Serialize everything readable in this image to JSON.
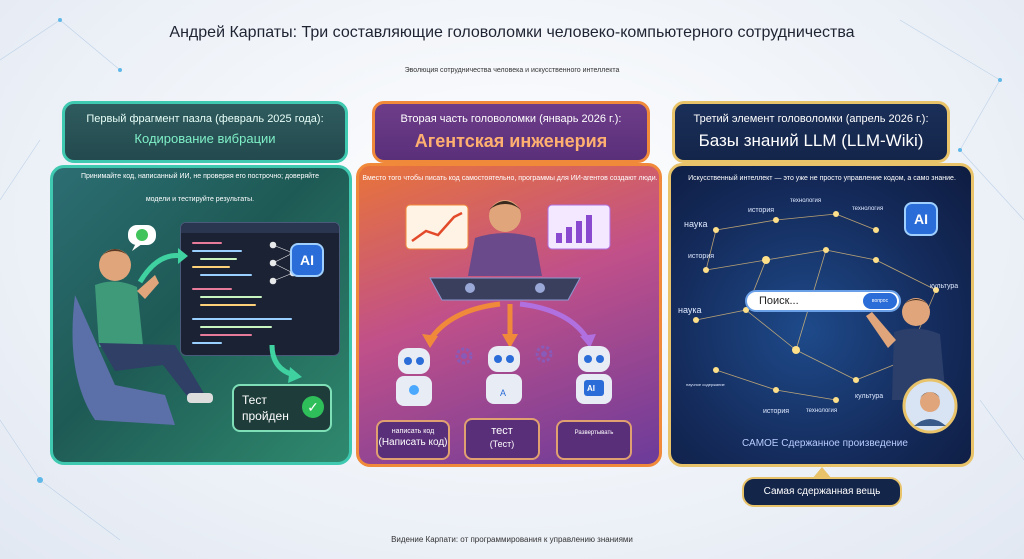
{
  "title": "Андрей Карпаты: Три составляющие головоломки человеко-компьютерного сотрудничества",
  "subtitle": "Эволюция сотрудничества человека и искусственного интеллекта",
  "footer": "Видение Карпати: от программирования к управлению знаниями",
  "piece1": {
    "header_line1": "Первый фрагмент пазла (февраль 2025 года):",
    "header_line2": "Кодирование вибрации",
    "text_line1": "Принимайте код, написанный ИИ, не проверяя его построчно; доверяйте",
    "text_line2": "модели и тестируйте результаты.",
    "ai_label": "AI",
    "test_label_line1": "Тест",
    "test_label_line2": "пройден"
  },
  "piece2": {
    "header_line1": "Вторая часть головоломки (январь 2026 г.):",
    "header_line2": "Агентская инженерия",
    "text": "Вместо того чтобы писать код самостоятельно, программы для ИИ-агентов создают люди.",
    "robot1_line1": "написать код",
    "robot1_line2": "(Написать код)",
    "robot2_line1": "тест",
    "robot2_line2": "(Тест)",
    "robot3": "Развертывать",
    "robot2_badge": "A",
    "robot3_badge": "AI"
  },
  "piece3": {
    "header_line1": "Третий элемент головоломки (апрель 2026 г.):",
    "header_line2": "Базы знаний LLM (LLM-Wiki)",
    "text": "Искусственный интеллект — это уже не просто управление кодом, а само знание.",
    "ai_label": "AI",
    "search_placeholder": "Поиск...",
    "search_button": "вопрос",
    "keywords": [
      "наука",
      "история",
      "технология",
      "технология",
      "история",
      "культура",
      "наука",
      "научное содержание",
      "история",
      "технология",
      "культура"
    ],
    "bottom_label": "САМОЕ Сдержанное произведение",
    "pill": "Самая сдержанная вещь"
  }
}
